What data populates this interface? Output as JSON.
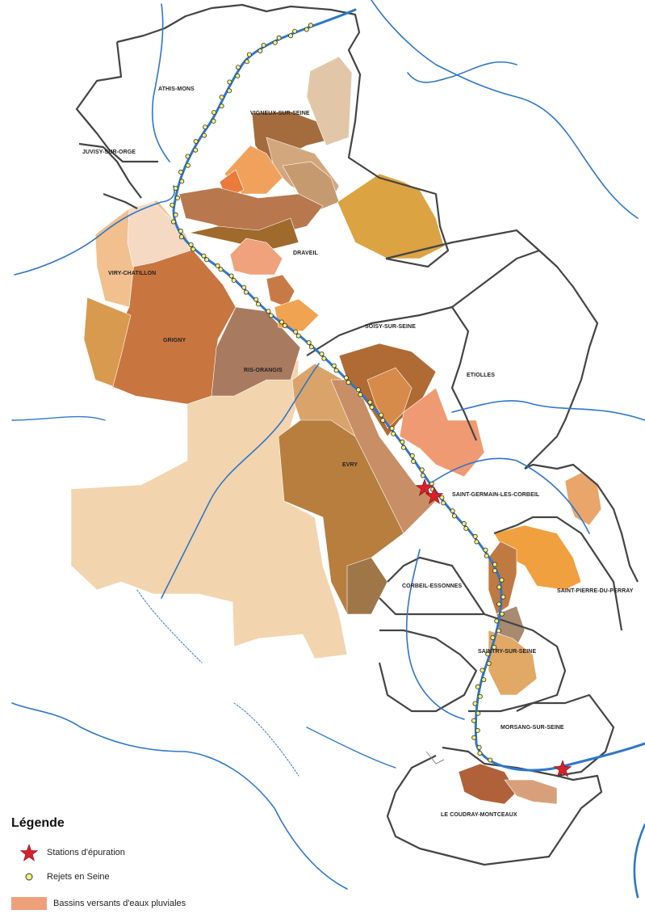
{
  "map": {
    "communes": [
      {
        "id": "athis-mons",
        "label": "ATHIS-MONS"
      },
      {
        "id": "vigneux",
        "label": "VIGNEUX-SUR-SEINE"
      },
      {
        "id": "juvisy",
        "label": "JUVISY-SUR-ORGE"
      },
      {
        "id": "draveil",
        "label": "DRAVEIL"
      },
      {
        "id": "viry",
        "label": "VIRY-CHATILLON"
      },
      {
        "id": "grigny",
        "label": "GRIGNY"
      },
      {
        "id": "ris",
        "label": "RIS-ORANGIS"
      },
      {
        "id": "soisy",
        "label": "SOISY-SUR-SEINE"
      },
      {
        "id": "etiolles",
        "label": "ETIOLLES"
      },
      {
        "id": "evry",
        "label": "EVRY"
      },
      {
        "id": "st-germain",
        "label": "SAINT-GERMAIN-LES-CORBEIL"
      },
      {
        "id": "corbeil",
        "label": "CORBEIL-ESSONNES"
      },
      {
        "id": "st-pierre",
        "label": "SAINT-PIERRE-DU-PERRAY"
      },
      {
        "id": "saintry",
        "label": "SAINTRY-SUR-SEINE"
      },
      {
        "id": "morsang",
        "label": "MORSANG-SUR-SEINE"
      },
      {
        "id": "coudray",
        "label": "LE COUDRAY-MONTCEAUX"
      }
    ],
    "colors": {
      "river": "#2f77c9",
      "boundary": "#444444",
      "rejet_fill": "#f4f07a",
      "station": "#d8202a"
    }
  },
  "legend": {
    "title": "Légende",
    "items": [
      {
        "label": "Stations d'épuration",
        "symbol": "red-star"
      },
      {
        "label": "Rejets en Seine",
        "symbol": "yellow-circle"
      },
      {
        "label": "Bassins versants d'eaux pluviales",
        "symbol": "orange-square"
      }
    ]
  }
}
